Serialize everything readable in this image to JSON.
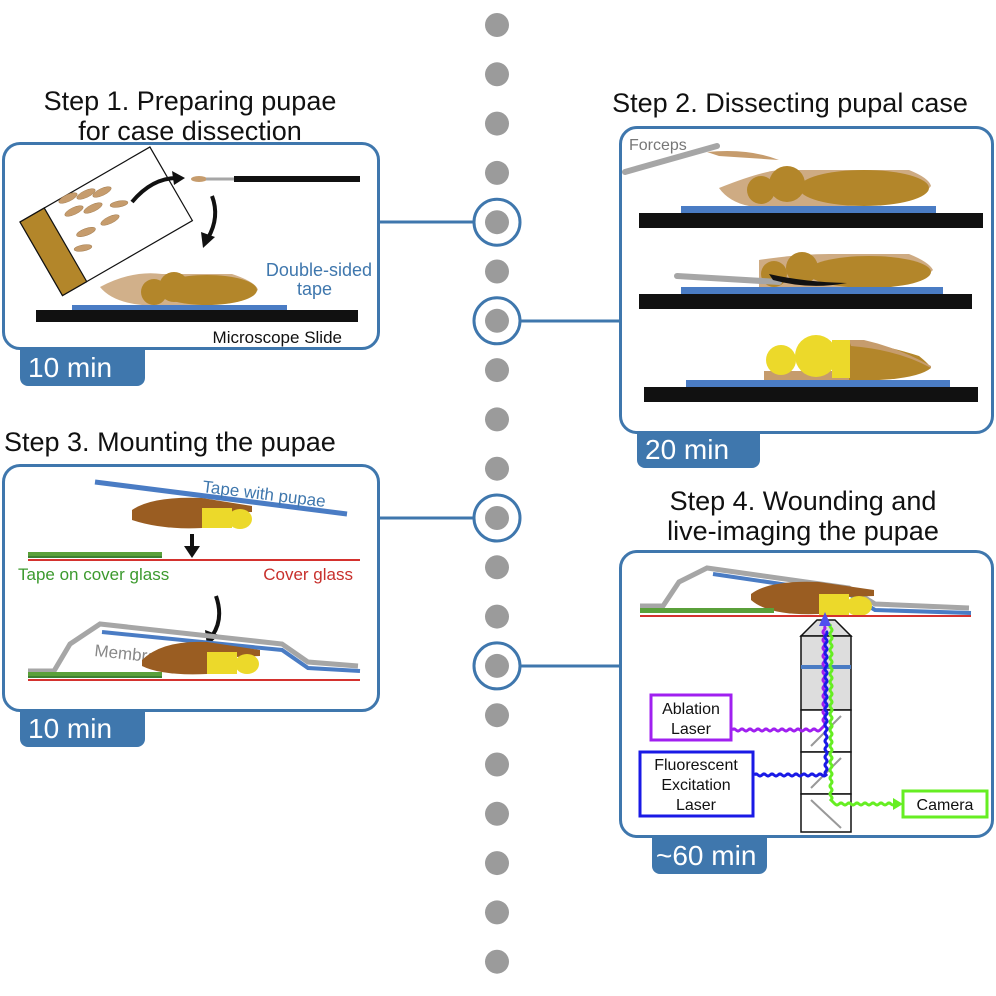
{
  "timeline": {
    "dot_count": 20,
    "highlighted_steps": [
      "step1",
      "step2",
      "step3",
      "step4"
    ],
    "colors": {
      "dot": "#9b9b9b",
      "ring": "#3f77ad"
    }
  },
  "colors": {
    "accent_blue": "#3f77ad",
    "tape_blue": "#4a7cc4",
    "pupa_brown": "#b3862a",
    "case_tan": "#c69c6d",
    "pupa_yellow": "#ecd92a",
    "dark_brown": "#9a5d22",
    "cover_glass_red": "#d4322e",
    "tape_green": "#5aa03a",
    "membrane_gray": "#a6a6a6",
    "ablation_purple": "#a020f0",
    "excitation_blue": "#1a1ae6",
    "camera_green": "#66ee22"
  },
  "step1": {
    "title_line1": "Step 1. Preparing pupae",
    "title_line2": "for case dissection",
    "label_tape_line1": "Double-sided",
    "label_tape_line2": "tape",
    "label_slide": "Microscope Slide",
    "duration": "10 min"
  },
  "step2": {
    "title": "Step 2. Dissecting pupal case",
    "label_forceps": "Forceps",
    "duration": "20 min"
  },
  "step3": {
    "title": "Step 3. Mounting the pupae",
    "label_tape_with_pupae": "Tape with pupae",
    "label_tape_on_cover": "Tape on cover glass",
    "label_cover_glass": "Cover glass",
    "label_membrane": "Membrane",
    "duration": "10 min"
  },
  "step4": {
    "title_line1": "Step 4. Wounding and",
    "title_line2": "live-imaging the pupae",
    "ablation_line1": "Ablation",
    "ablation_line2": "Laser",
    "excitation_line1": "Fluorescent",
    "excitation_line2": "Excitation",
    "excitation_line3": "Laser",
    "camera": "Camera",
    "duration": "~60 min"
  }
}
